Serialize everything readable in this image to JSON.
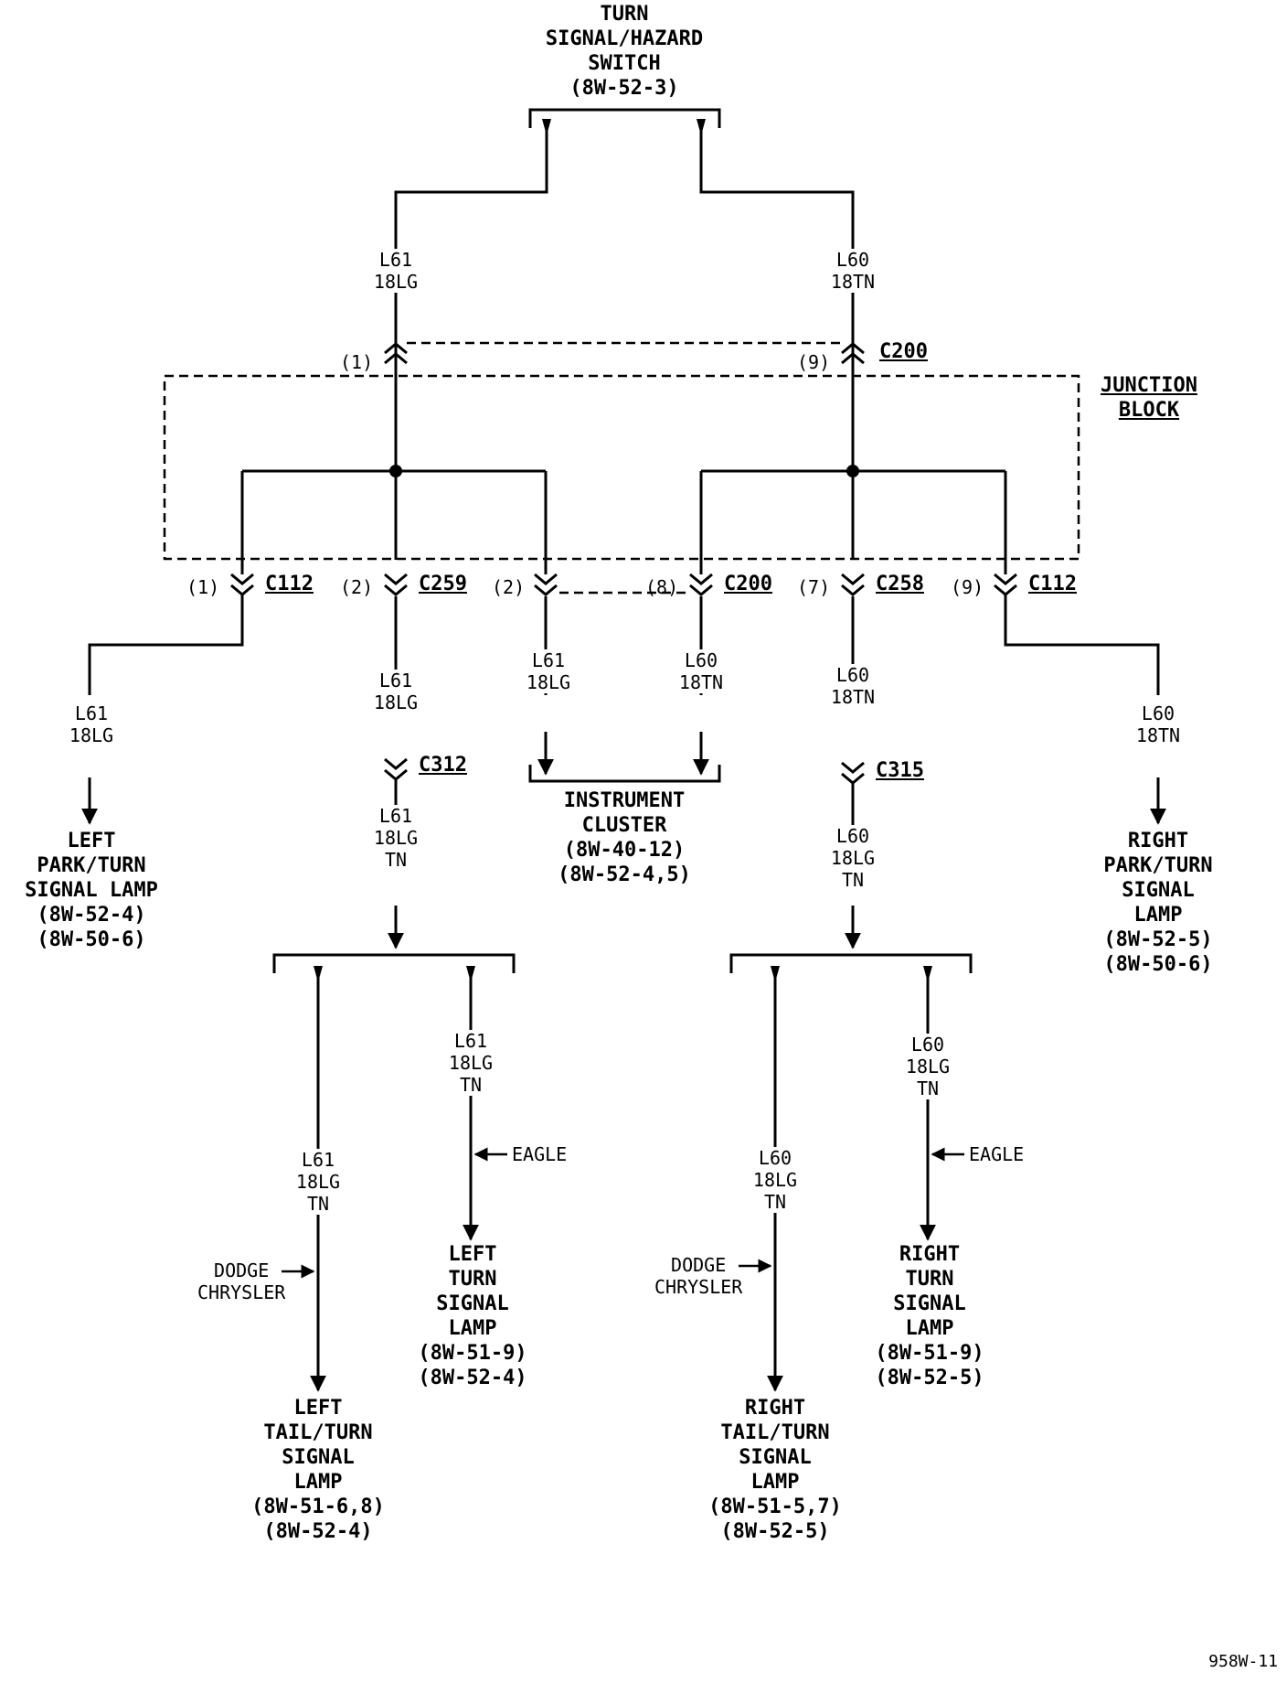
{
  "components": {
    "switch": "TURN\nSIGNAL/HAZARD\nSWITCH\n(8W-52-3)",
    "left_park_lamp": "LEFT\nPARK/TURN\nSIGNAL LAMP\n(8W-52-4)\n(8W-50-6)",
    "instrument_cluster": "INSTRUMENT\nCLUSTER\n(8W-40-12)\n(8W-52-4,5)",
    "right_park_lamp": "RIGHT\nPARK/TURN\nSIGNAL LAMP\n(8W-52-5)\n(8W-50-6)",
    "left_tail_lamp": "LEFT\nTAIL/TURN\nSIGNAL\nLAMP\n(8W-51-6,8)\n(8W-52-4)",
    "left_turn_lamp": "LEFT\nTURN\nSIGNAL\nLAMP\n(8W-51-9)\n(8W-52-4)",
    "right_tail_lamp": "RIGHT\nTAIL/TURN\nSIGNAL\nLAMP\n(8W-51-5,7)\n(8W-52-5)",
    "right_turn_lamp": "RIGHT\nTURN\nSIGNAL\nLAMP\n(8W-51-9)\n(8W-52-5)"
  },
  "junction_block": "JUNCTION\nBLOCK",
  "wires": {
    "sw_left": "L61\n18LG",
    "sw_right": "L60\n18TN",
    "c112_left": "L61\n18LG",
    "c259_down": "L61\n18LG",
    "cluster_left": "L61\n18LG",
    "cluster_right": "L60\n18TN",
    "c258_down": "L60\n18TN",
    "c112_right": "L60\n18TN",
    "c312_down": "L61\n18LG\nTN",
    "c315_down": "L60\n18LG\nTN",
    "left_tail": "L61\n18LG\nTN",
    "left_turn": "L61\n18LG\nTN",
    "right_tail": "L60\n18LG\nTN",
    "right_turn": "L60\n18LG\nTN"
  },
  "connectors": {
    "c200_top": "C200",
    "c112_left": "C112",
    "c259": "C259",
    "c200_bottom": "C200",
    "c258": "C258",
    "c112_right": "C112",
    "c312": "C312",
    "c315": "C315"
  },
  "pins": {
    "p1_top": "(1)",
    "p9_top": "(9)",
    "p1_left": "(1)",
    "p2_c259": "(2)",
    "p2_cluster": "(2)",
    "p8": "(8)",
    "p7": "(7)",
    "p9_right": "(9)"
  },
  "notes": {
    "eagle_left": "EAGLE",
    "eagle_right": "EAGLE",
    "dodge_left": "DODGE\nCHRYSLER",
    "dodge_right": "DODGE\nCHRYSLER"
  },
  "figure_id": "958W-11"
}
